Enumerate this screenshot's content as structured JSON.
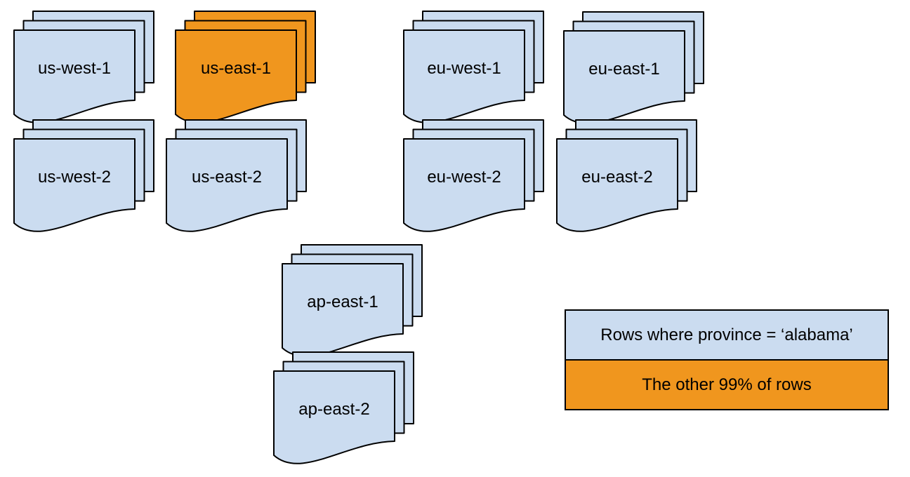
{
  "colors": {
    "region_default_fill": "#cbdcf0",
    "region_highlight_fill": "#f0961e",
    "outline": "#000000",
    "text": "#000000",
    "background": "#ffffff"
  },
  "stacks": [
    {
      "label": "us-west-1",
      "variant": "default"
    },
    {
      "label": "us-east-1",
      "variant": "highlight"
    },
    {
      "label": "eu-west-1",
      "variant": "default"
    },
    {
      "label": "eu-east-1",
      "variant": "default"
    },
    {
      "label": "us-west-2",
      "variant": "default"
    },
    {
      "label": "us-east-2",
      "variant": "default"
    },
    {
      "label": "eu-west-2",
      "variant": "default"
    },
    {
      "label": "eu-east-2",
      "variant": "default"
    },
    {
      "label": "ap-east-1",
      "variant": "default"
    },
    {
      "label": "ap-east-2",
      "variant": "default"
    }
  ],
  "legend": {
    "items": [
      {
        "label": "Rows where province = ‘alabama’",
        "variant": "default"
      },
      {
        "label": "The other 99% of rows",
        "variant": "highlight"
      }
    ]
  }
}
